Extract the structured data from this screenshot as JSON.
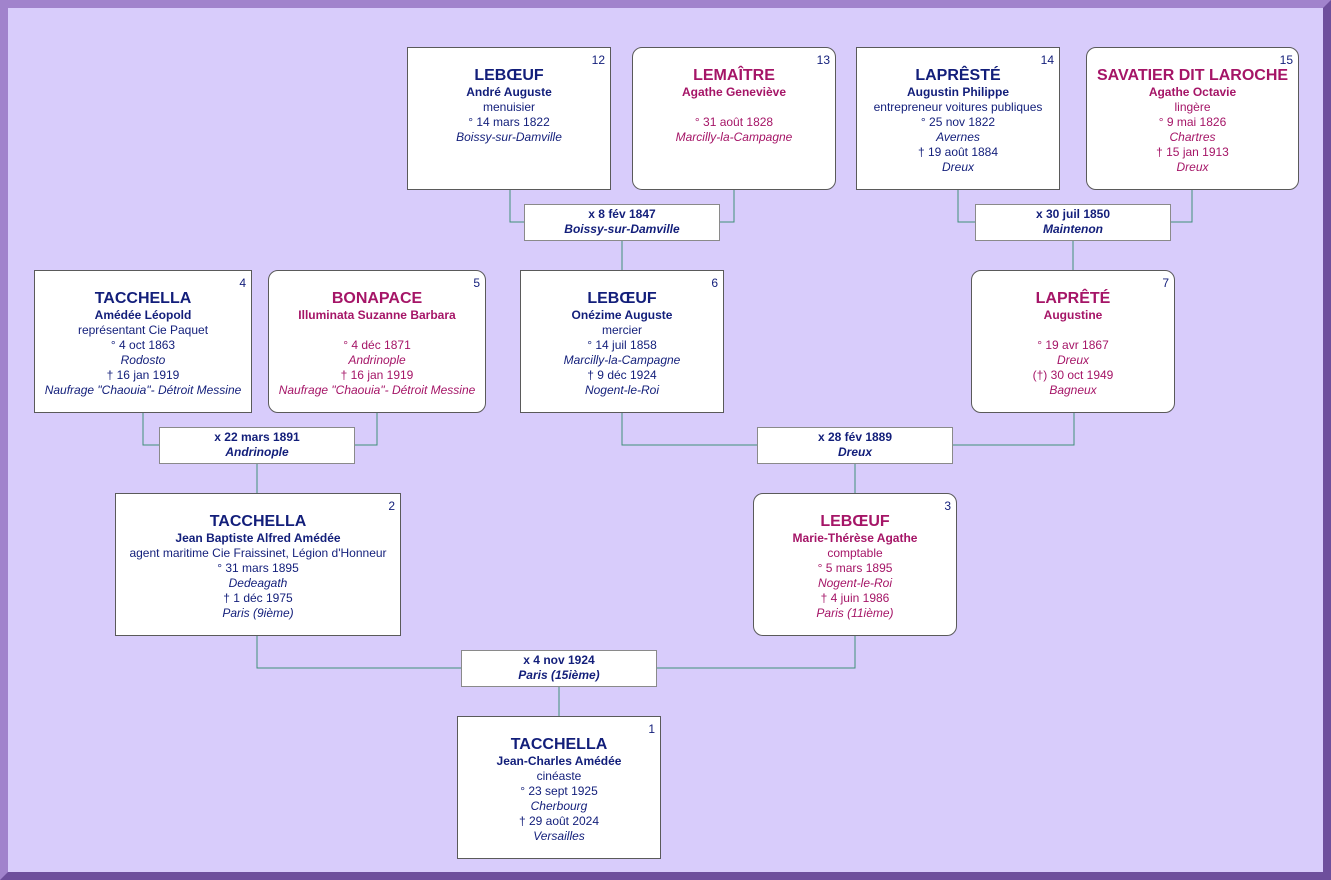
{
  "colors": {
    "background": "#d8ccfb",
    "frame": "#8a68b8",
    "male_text": "#121e7a",
    "female_text": "#a51567",
    "connector": "#3f8f7a"
  },
  "persons": {
    "p1": {
      "num": "1",
      "surname": "TACCHELLA",
      "given": "Jean-Charles Amédée",
      "occupation": "cinéaste",
      "birth_date": "° 23 sept 1925",
      "birth_place": "Cherbourg",
      "death_date": "† 29 août 2024",
      "death_place": "Versailles"
    },
    "p2": {
      "num": "2",
      "surname": "TACCHELLA",
      "given": "Jean Baptiste Alfred Amédée",
      "occupation": "agent maritime Cie Fraissinet, Légion d'Honneur",
      "birth_date": "° 31 mars 1895",
      "birth_place": "Dedeagath",
      "death_date": "† 1 déc 1975",
      "death_place": "Paris (9ième)"
    },
    "p3": {
      "num": "3",
      "surname": "LEBŒUF",
      "given": "Marie-Thérèse Agathe",
      "occupation": "comptable",
      "birth_date": "° 5 mars 1895",
      "birth_place": "Nogent-le-Roi",
      "death_date": "† 4 juin 1986",
      "death_place": "Paris (11ième)"
    },
    "p4": {
      "num": "4",
      "surname": "TACCHELLA",
      "given": "Amédée Léopold",
      "occupation": "représentant Cie Paquet",
      "birth_date": "° 4 oct 1863",
      "birth_place": "Rodosto",
      "death_date": "† 16 jan 1919",
      "death_place": "Naufrage \"Chaouia\"- Détroit Messine"
    },
    "p5": {
      "num": "5",
      "surname": "BONAPACE",
      "given": "Illuminata Suzanne Barbara",
      "occupation": "",
      "birth_date": "° 4 déc 1871",
      "birth_place": "Andrinople",
      "death_date": "† 16 jan 1919",
      "death_place": "Naufrage \"Chaouia\"- Détroit Messine"
    },
    "p6": {
      "num": "6",
      "surname": "LEBŒUF",
      "given": "Onézime Auguste",
      "occupation": "mercier",
      "birth_date": "° 14 juil 1858",
      "birth_place": "Marcilly-la-Campagne",
      "death_date": "† 9 déc 1924",
      "death_place": "Nogent-le-Roi"
    },
    "p7": {
      "num": "7",
      "surname": "LAPRÊTÉ",
      "given": "Augustine",
      "occupation": "",
      "birth_date": "° 19 avr 1867",
      "birth_place": "Dreux",
      "death_date": "(†) 30 oct 1949",
      "death_place": "Bagneux"
    },
    "p12": {
      "num": "12",
      "surname": "LEBŒUF",
      "given": "André Auguste",
      "occupation": "menuisier",
      "birth_date": "° 14 mars 1822",
      "birth_place": "Boissy-sur-Damville",
      "death_date": "",
      "death_place": ""
    },
    "p13": {
      "num": "13",
      "surname": "LEMAÎTRE",
      "given": "Agathe Geneviève",
      "occupation": "",
      "birth_date": "° 31 août 1828",
      "birth_place": "Marcilly-la-Campagne",
      "death_date": "",
      "death_place": ""
    },
    "p14": {
      "num": "14",
      "surname": "LAPRÊSTÉ",
      "given": "Augustin Philippe",
      "occupation": "entrepreneur voitures publiques",
      "birth_date": "° 25 nov 1822",
      "birth_place": "Avernes",
      "death_date": "† 19 août 1884",
      "death_place": "Dreux"
    },
    "p15": {
      "num": "15",
      "surname": "SAVATIER DIT LAROCHE",
      "given": "Agathe Octavie",
      "occupation": "lingère",
      "birth_date": "° 9 mai 1826",
      "birth_place": "Chartres",
      "death_date": "† 15 jan 1913",
      "death_place": "Dreux"
    }
  },
  "marriages": {
    "m12_13": {
      "date": "x 8 fév 1847",
      "place": "Boissy-sur-Damville"
    },
    "m14_15": {
      "date": "x 30 juil 1850",
      "place": "Maintenon"
    },
    "m4_5": {
      "date": "x 22 mars 1891",
      "place": "Andrinople"
    },
    "m6_7": {
      "date": "x 28 fév 1889",
      "place": "Dreux"
    },
    "m2_3": {
      "date": "x 4 nov 1924",
      "place": "Paris (15ième)"
    }
  }
}
